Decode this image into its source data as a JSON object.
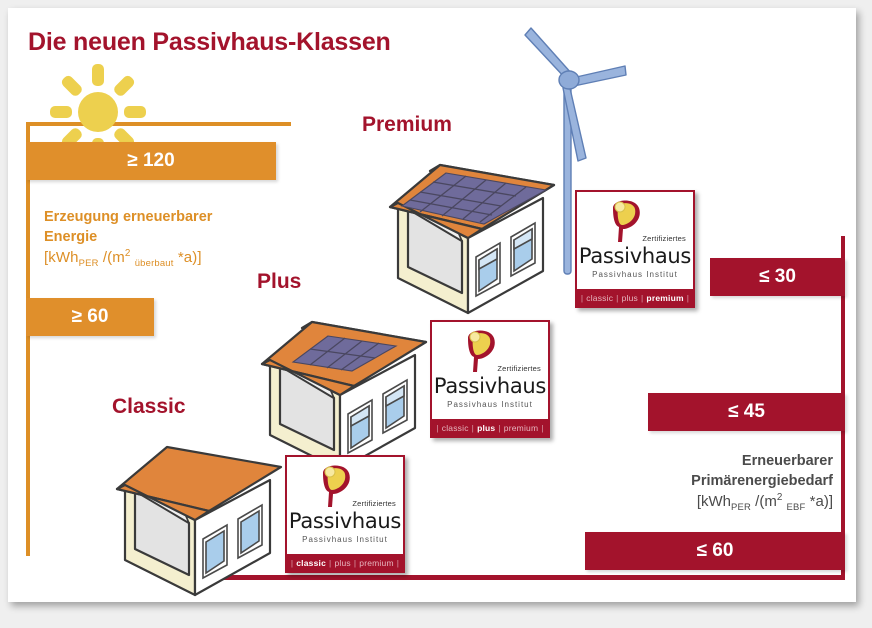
{
  "title": "Die neuen Passivhaus-Klassen",
  "colors": {
    "red": "#a3132c",
    "orange": "#e08f2b",
    "yellow": "#edd04e",
    "roof_orange": "#dd7f3e",
    "panel": "#6f6b9b",
    "turbine_blue": "#8aa7d6",
    "gray_text": "#4b4b4b"
  },
  "left_axis": {
    "caption_line1": "Erzeugung erneuerbarer",
    "caption_line2": "Energie",
    "unit_open": "[kWh",
    "unit_per": "PER",
    "unit_mid": "/(m",
    "unit_exp": "2",
    "unit_area": "überbaut",
    "unit_close": "*a)]",
    "bars": [
      {
        "label": "≥ 120",
        "value": 120,
        "comparator": "≥"
      },
      {
        "label": "≥ 60",
        "value": 60,
        "comparator": "≥"
      }
    ]
  },
  "right_axis": {
    "caption_line1": "Erneuerbarer",
    "caption_line2": "Primärenergiebedarf",
    "unit_open": "[kWh",
    "unit_per": "PER",
    "unit_mid": "/(m",
    "unit_exp": "2",
    "unit_area": "EBF",
    "unit_close": "*a)]",
    "bars": [
      {
        "label": "≤ 30",
        "value": 30,
        "comparator": "≤"
      },
      {
        "label": "≤ 45",
        "value": 45,
        "comparator": "≤"
      },
      {
        "label": "≤ 60",
        "value": 60,
        "comparator": "≤"
      }
    ]
  },
  "classes": [
    {
      "name": "Premium",
      "house_icon": "house-with-full-solar-roof",
      "roof": "solar",
      "generation_min": 120,
      "demand_max": 30
    },
    {
      "name": "Plus",
      "house_icon": "house-with-partial-solar-roof",
      "roof": "solar-partial",
      "generation_min": 60,
      "demand_max": 45
    },
    {
      "name": "Classic",
      "house_icon": "house-plain-roof",
      "roof": "plain",
      "generation_min": 0,
      "demand_max": 60
    }
  ],
  "logo": {
    "zertifiziertes": "Zertifiziertes",
    "name": "Passivhaus",
    "institut": "Passivhaus Institut",
    "band": [
      "classic",
      "plus",
      "premium"
    ],
    "separator": "|"
  },
  "icons": {
    "sun": "sun-icon",
    "turbine": "wind-turbine-icon"
  },
  "chart_data": {
    "type": "bar",
    "title": "Die neuen Passivhaus-Klassen",
    "categories": [
      "Classic",
      "Plus",
      "Premium"
    ],
    "series": [
      {
        "name": "Erzeugung erneuerbarer Energie [kWh PER /(m² überbaut *a)]",
        "unit": "kWh PER /(m2 ueberbaut *a)",
        "values": [
          null,
          60,
          120
        ],
        "labels": [
          "",
          "≥ 60",
          "≥ 120"
        ],
        "color": "#e08f2b",
        "direction": "minimum"
      },
      {
        "name": "Erneuerbarer Primärenergiebedarf [kWh PER /(m² EBF *a)]",
        "unit": "kWh PER /(m2 EBF *a)",
        "values": [
          60,
          45,
          30
        ],
        "labels": [
          "≤ 60",
          "≤ 45",
          "≤ 30"
        ],
        "color": "#a3132c",
        "direction": "maximum"
      }
    ],
    "xlabel": "",
    "ylabel": "",
    "grid": false,
    "legend": "none"
  }
}
